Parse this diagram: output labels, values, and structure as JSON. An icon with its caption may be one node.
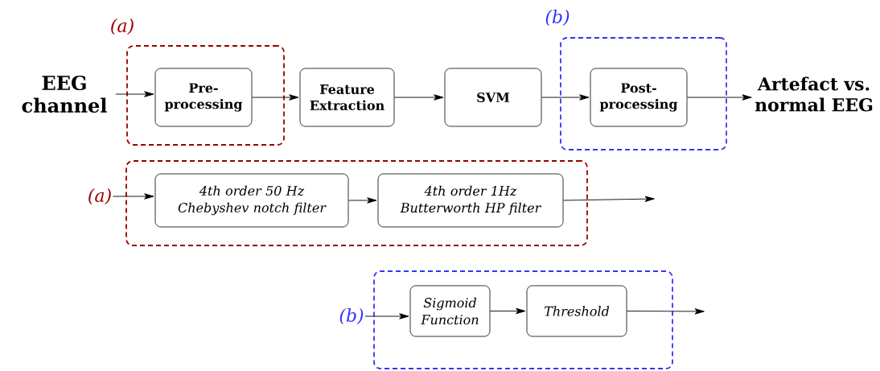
{
  "diagram": {
    "nodes": [
      {
        "text": [
          "EEG channel"
        ]
      },
      {
        "text": [
          "(a)"
        ]
      },
      {
        "text": [
          "Pre-processing"
        ],
        "in": 1
      },
      {
        "text": [
          "Feature Extraction"
        ]
      },
      {
        "text": [
          "SVM"
        ]
      },
      {
        "text": [
          "(b)"
        ]
      },
      {
        "text": [
          "Post-processing"
        ],
        "in": 5
      },
      {
        "text": [
          "Artefact vs. normal EEG"
        ]
      },
      {
        "text": [
          "(a)"
        ]
      },
      {
        "text": [],
        "shape": "box"
      },
      {
        "text": [
          "4th order 50 Hz Chebyshev notch filter"
        ],
        "in": 9
      },
      {
        "text": [
          "4th order 1Hz Butterworth HP filter"
        ],
        "in": 9
      },
      {
        "text": [
          "(b)"
        ]
      },
      {
        "text": [],
        "shape": "box"
      },
      {
        "text": [
          "Sigmoid Function"
        ],
        "in": 13
      },
      {
        "text": [
          "Threshold"
        ],
        "in": 13
      }
    ],
    "edges": [
      {
        "from": 0,
        "to": 2,
        "arrow": "to"
      },
      {
        "from": 2,
        "to": 3,
        "arrow": "to"
      },
      {
        "from": 3,
        "to": 4,
        "arrow": "to"
      },
      {
        "from": 4,
        "to": 6,
        "arrow": "to"
      },
      {
        "from": 6,
        "to": 7,
        "arrow": "to"
      },
      {
        "from": 8,
        "to": 10,
        "arrow": "to"
      },
      {
        "from": 10,
        "to": 11,
        "arrow": "to"
      },
      {
        "from": 11,
        "to": null,
        "arrow": "to"
      },
      {
        "from": 12,
        "to": 14,
        "arrow": "to"
      },
      {
        "from": 14,
        "to": 15,
        "arrow": "to"
      },
      {
        "from": 15,
        "to": null,
        "arrow": "to"
      }
    ]
  }
}
